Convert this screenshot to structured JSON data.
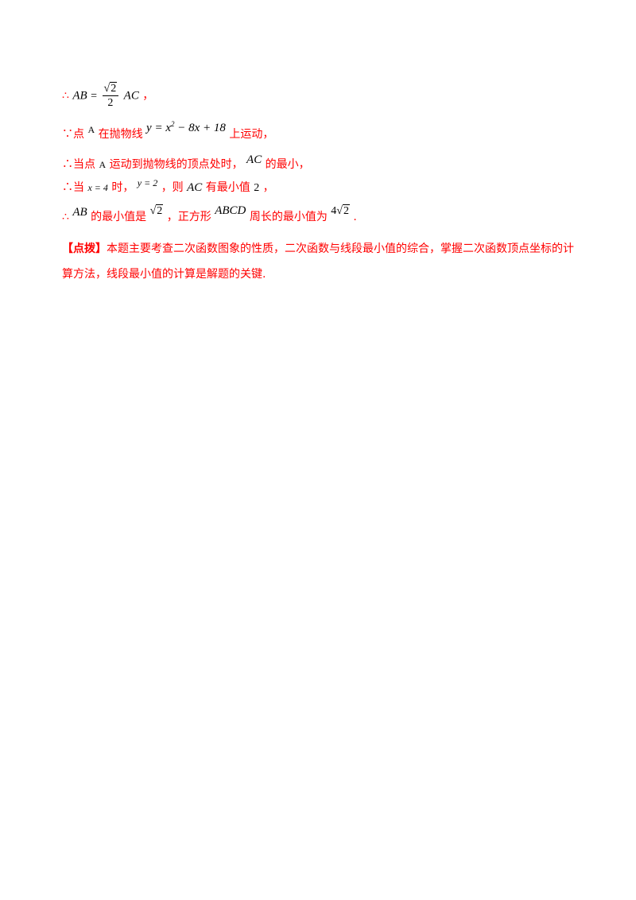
{
  "line1": {
    "therefore": "∴",
    "lhs": "AB",
    "eq": "=",
    "frac_num": "2",
    "frac_den": "2",
    "rhs": "AC",
    "punct": "，"
  },
  "line2": {
    "because": "∵点",
    "pointA": "A",
    "text1": "在抛物线",
    "eq_y": "y",
    "eq_mid": " = x",
    "eq_sup": "2",
    "eq_tail": " − 8x + 18",
    "text2": "上运动，"
  },
  "line3": {
    "text1": "∴当点",
    "pointA": "A",
    "text2": "运动到抛物线的顶点处时，",
    "ac": "AC",
    "text3": "的最小，"
  },
  "line4": {
    "text1": "∴当",
    "x_eq": "x = 4",
    "text2": "时，",
    "y_eq": "y = 2",
    "text3": "，则",
    "ac": "AC",
    "text4": "有最小值",
    "val": "2",
    "text5": "，"
  },
  "line5": {
    "text1": "∴",
    "ab": "AB",
    "text2": "的最小值是",
    "sqrt1": "2",
    "text3": "，正方形",
    "abcd": "ABCD",
    "text4": "周长的最小值为",
    "coef": "4",
    "sqrt2": "2",
    "text5": "."
  },
  "note": {
    "label": "【点拨】",
    "text": "本题主要考查二次函数图象的性质，二次函数与线段最小值的综合，掌握二次函数顶点坐标的计算方法，线段最小值的计算是解题的关键."
  }
}
